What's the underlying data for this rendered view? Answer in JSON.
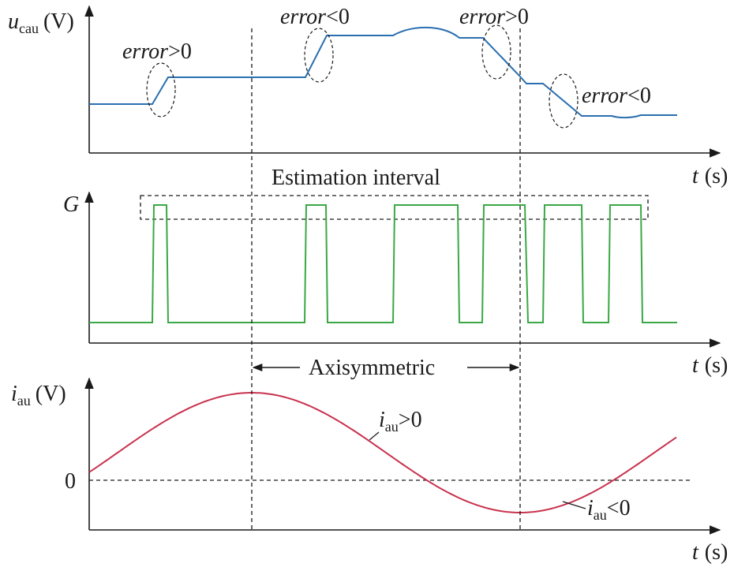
{
  "colors": {
    "voltage": "#2a6fb0",
    "gate": "#3aa845",
    "current": "#c8324e",
    "ink": "#1a1a1a"
  },
  "top_panel": {
    "y_label_main": "u",
    "y_label_sub": "cau",
    "y_label_unit": "(V)",
    "x_label_var": "t",
    "x_label_unit": "(s)",
    "annotations": {
      "a1": {
        "var": "error",
        "rel": ">0"
      },
      "a2": {
        "var": "error",
        "rel": "<0"
      },
      "a3": {
        "var": "error",
        "rel": ">0"
      },
      "a4": {
        "var": "error",
        "rel": "<0"
      }
    }
  },
  "middle_panel": {
    "y_label": "G",
    "x_label_var": "t",
    "x_label_unit": "(s)",
    "interval_label": "Estimation interval"
  },
  "bottom_panel": {
    "y_label_main": "i",
    "y_label_sub": "au",
    "y_label_unit": "(V)",
    "zero_label": "0",
    "x_label_var": "t",
    "x_label_unit": "(s)",
    "axisym_label": "Axisymmetric",
    "pos_label": {
      "main": "i",
      "sub": "au",
      "rel": ">0"
    },
    "neg_label": {
      "main": "i",
      "sub": "au",
      "rel": "<0"
    }
  }
}
